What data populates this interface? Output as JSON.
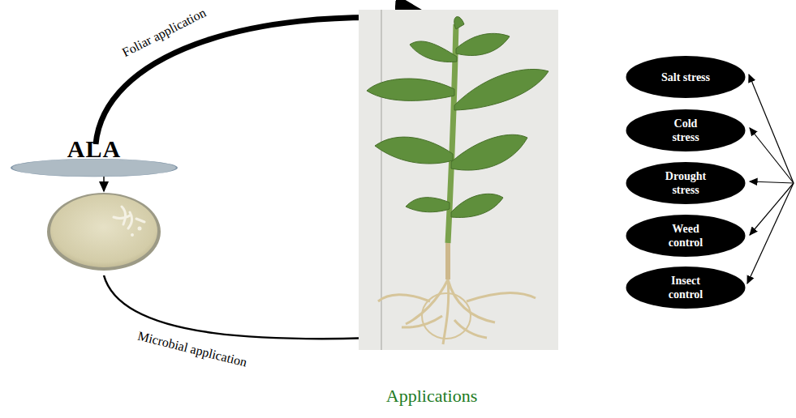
{
  "diagram": {
    "caption": "Applications",
    "nodes": [
      {
        "text": [
          "ALA"
        ]
      },
      {
        "text": [
          "Salt stress"
        ]
      },
      {
        "text": [
          "Cold stress"
        ]
      },
      {
        "text": [
          "Drought stress"
        ]
      },
      {
        "text": [
          "Weed control"
        ]
      },
      {
        "text": [
          "Insect control"
        ]
      }
    ],
    "labels": [
      "Foliar application",
      "Microbial application"
    ]
  }
}
